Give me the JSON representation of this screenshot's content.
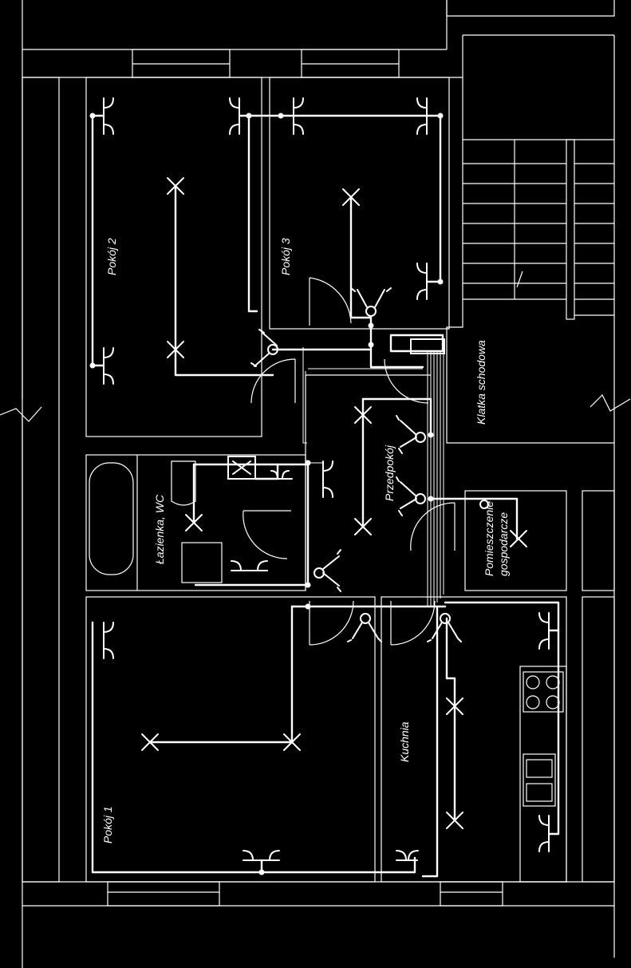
{
  "rooms": {
    "pokoj2": "Pokój 2",
    "pokoj3": "Pokój 3",
    "pokoj1": "Pokój 1",
    "lazienka": "Łazienka, WC",
    "przedpokoj": "Przedpokój",
    "kuchnia": "Kuchnia",
    "klatka": "Klatka schodowa",
    "pom_line1": "Pomieszczenie",
    "pom_line2": "gospodarcze"
  },
  "symbols": {
    "ceiling_light": "cross-icon",
    "socket": "outlet-icon",
    "switch": "switch-icon",
    "distribution_board": "panel-icon",
    "fan": "fan-icon"
  },
  "colors": {
    "background": "#000000",
    "lines": "#ffffff"
  }
}
